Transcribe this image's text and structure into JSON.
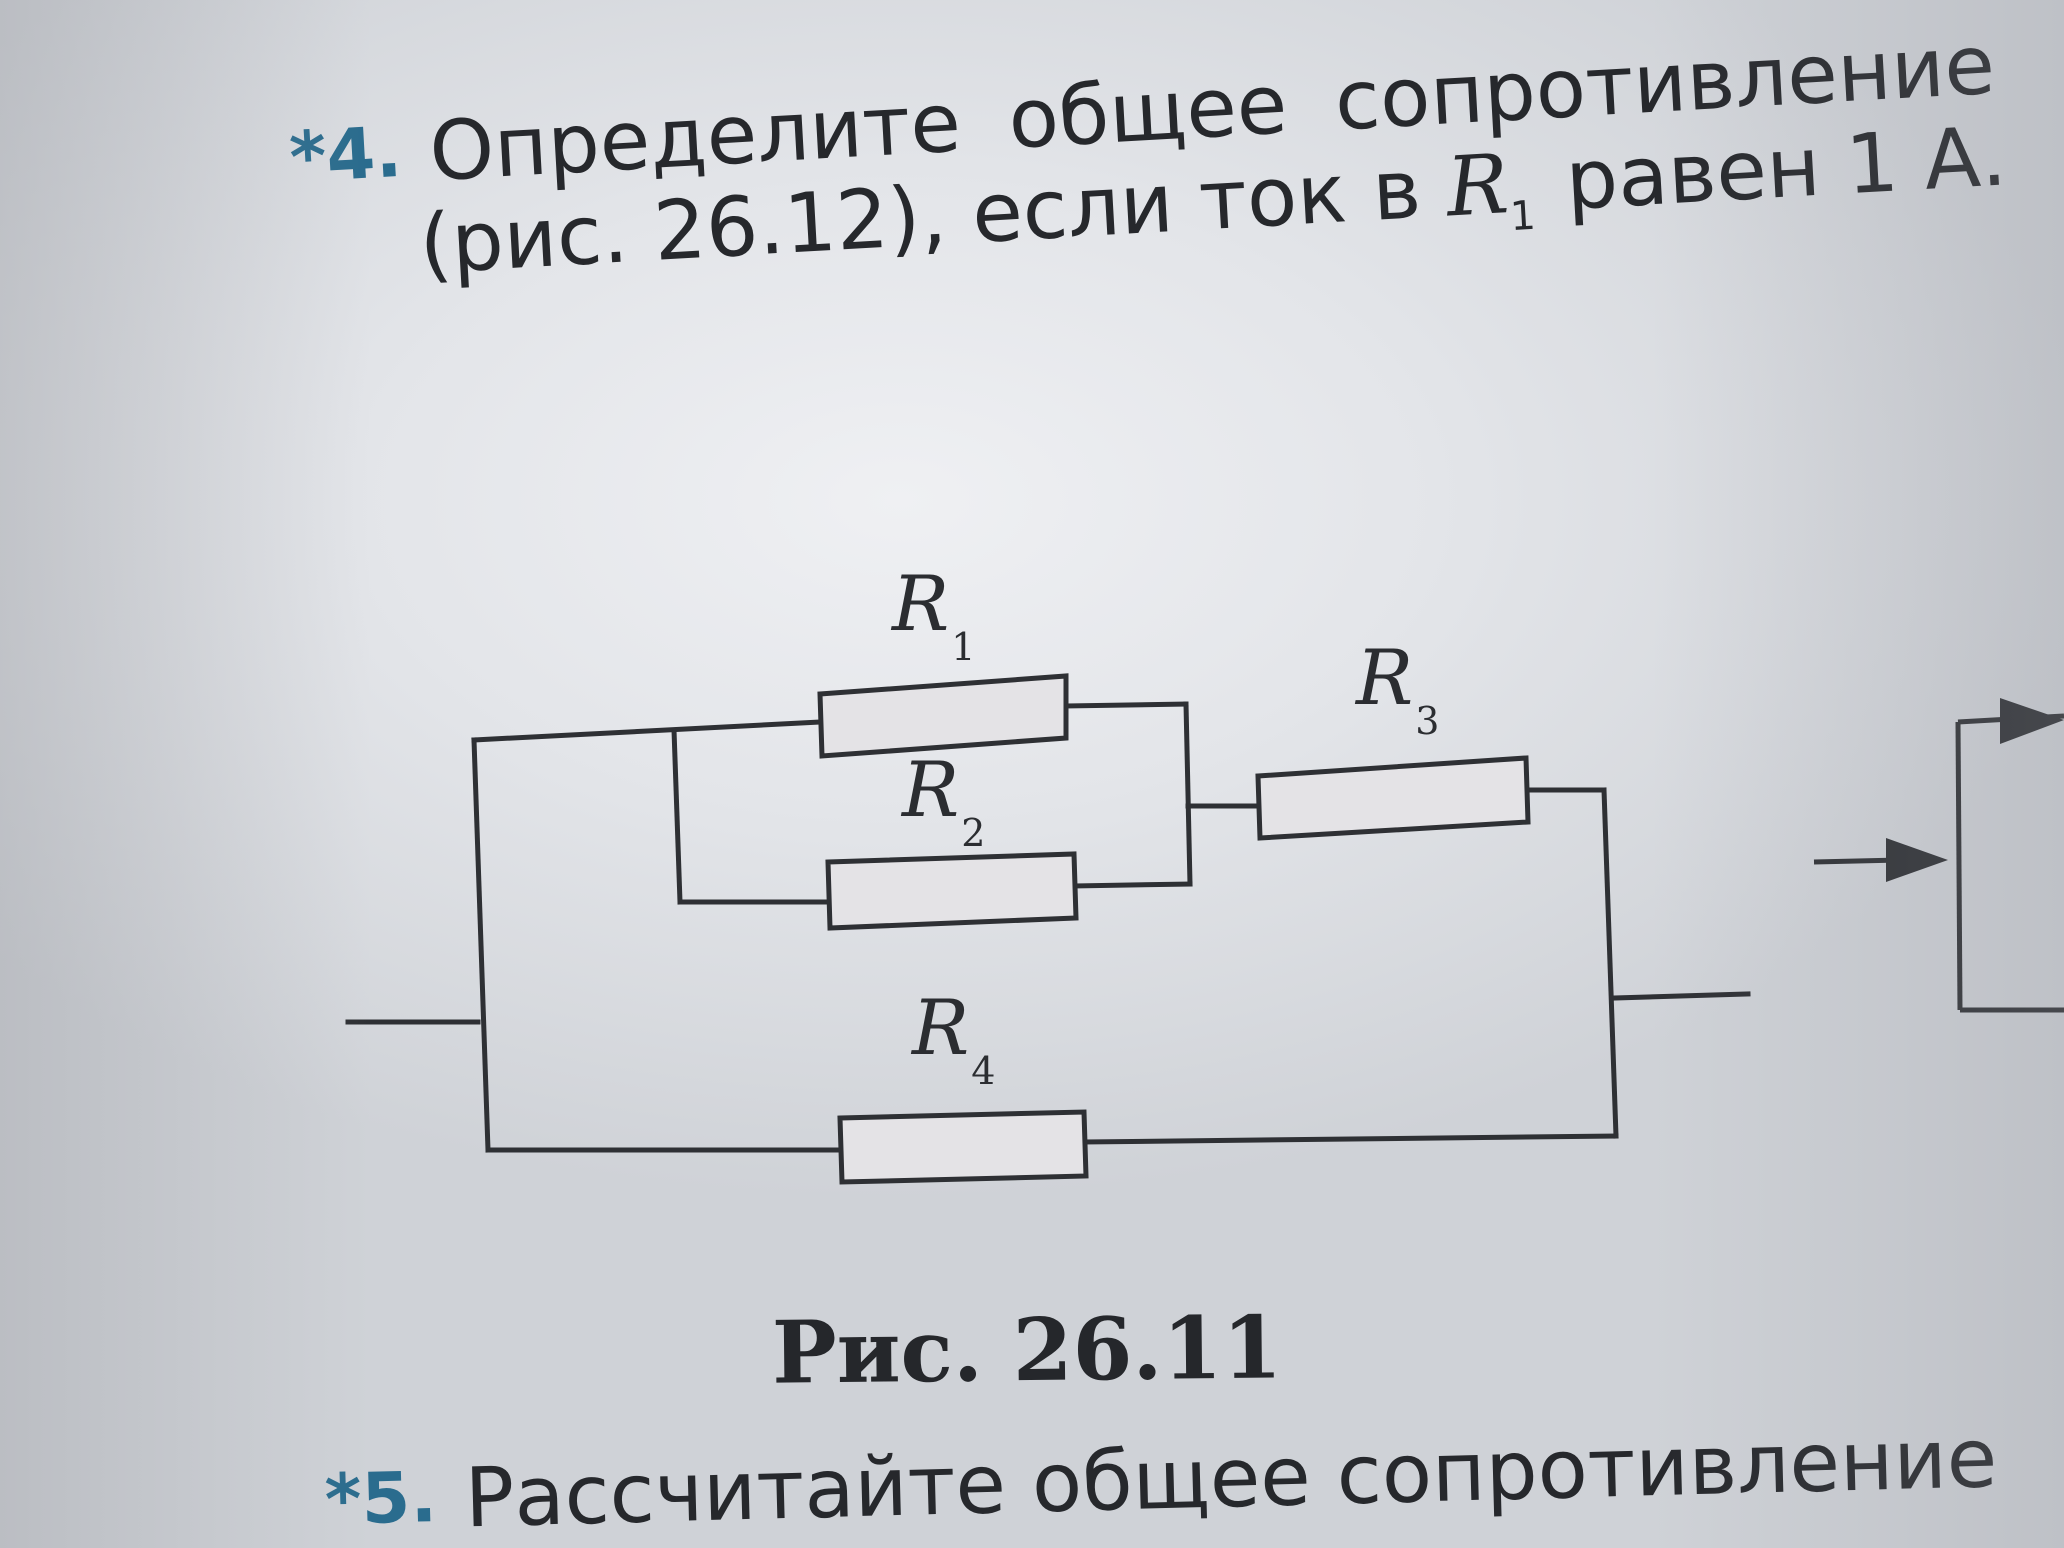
{
  "problem4": {
    "number": "*4.",
    "line1": "Определите общее сопротивление",
    "line2_prefix": "(рис. 26.12), если ток в",
    "line2_var": "R",
    "line2_sub": "1",
    "line2_suffix": "равен 1 А."
  },
  "problem5": {
    "number": "*5.",
    "line1": "Рассчитайте общее сопротивление"
  },
  "figure": {
    "caption": "Рис. 26.11",
    "resistors": [
      {
        "id": "R1",
        "name": "R",
        "sub": "1"
      },
      {
        "id": "R2",
        "name": "R",
        "sub": "2"
      },
      {
        "id": "R3",
        "name": "R",
        "sub": "3"
      },
      {
        "id": "R4",
        "name": "R",
        "sub": "4"
      }
    ],
    "colors": {
      "wire": "#2e3034",
      "resistor_fill": "#e4e3e6"
    }
  }
}
